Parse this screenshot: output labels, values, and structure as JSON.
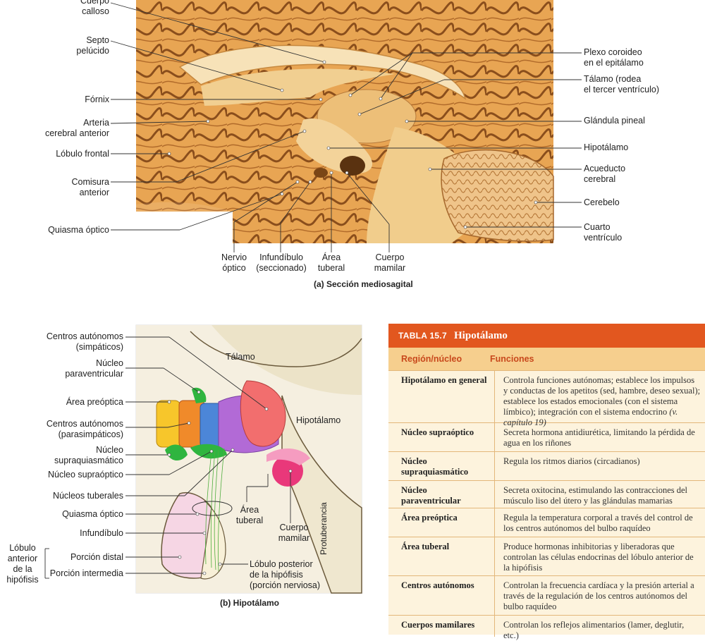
{
  "panel_a": {
    "caption": "(a) Sección mediosagital",
    "labels_left": {
      "cuerpo_calloso": [
        "Cuerpo",
        "calloso"
      ],
      "septo": [
        "Septo",
        "pelúcido"
      ],
      "fornix": "Fórnix",
      "arteria": [
        "Arteria",
        "cerebral anterior"
      ],
      "lobulo_frontal": "Lóbulo frontal",
      "comisura": [
        "Comisura",
        "anterior"
      ],
      "quiasma": "Quiasma óptico"
    },
    "labels_right": {
      "plexo": [
        "Plexo coroideo",
        "en el epitálamo"
      ],
      "talamo": [
        "Tálamo (rodea",
        "el tercer ventrículo)"
      ],
      "pineal": "Glándula pineal",
      "hipotalamo": "Hipotálamo",
      "acueducto": [
        "Acueducto",
        "cerebral"
      ],
      "cerebelo": "Cerebelo",
      "cuarto": [
        "Cuarto",
        "ventrículo"
      ]
    },
    "labels_bottom": {
      "nervio": [
        "Nervio",
        "óptico"
      ],
      "infundibulo": [
        "Infundíbulo",
        "(seccionado)"
      ],
      "area": [
        "Área",
        "tuberal"
      ],
      "mamilar": [
        "Cuerpo",
        "mamilar"
      ]
    }
  },
  "panel_b": {
    "caption": "(b) Hipotálamo",
    "labels_left": {
      "simp": [
        "Centros autónomos",
        "(simpáticos)"
      ],
      "paraventricular": [
        "Núcleo",
        "paraventricular"
      ],
      "preoptica": "Área preóptica",
      "parasimp": [
        "Centros autónomos",
        "(parasimpáticos)"
      ],
      "supraquias": [
        "Núcleo",
        "supraquiasmático"
      ],
      "supraoptico": "Núcleo supraóptico",
      "tuberales": "Núcleos tuberales",
      "quiasma": "Quiasma óptico",
      "infundibulo": "Infundíbulo",
      "distal": "Porción distal",
      "intermedia": "Porción intermedia",
      "anterior": [
        "Lóbulo",
        "anterior",
        "de la",
        "hipófisis"
      ]
    },
    "labels_inner": {
      "talamo": "Tálamo",
      "hipotalamo": "Hipotálamo",
      "area": [
        "Área",
        "tuberal"
      ],
      "mamilar": [
        "Cuerpo",
        "mamilar"
      ],
      "posterior": [
        "Lóbulo posterior",
        "de la hipófisis",
        "(porción nerviosa)"
      ],
      "protuberancia": "Protuberancia"
    }
  },
  "table": {
    "number": "TABLA 15.7",
    "title": "Hipotálamo",
    "col1": "Región/núcleo",
    "col2": "Funciones",
    "rows": [
      {
        "region": "Hipotálamo en general",
        "fn": "Controla funciones autónomas; establece los impulsos y conductas de los apetitos (sed, hambre, deseo sexual); establece los estados emocionales (con el sistema límbico); integración con el sistema endocrino",
        "fn_ref": "(v. capítulo 19)"
      },
      {
        "region": "Núcleo supraóptico",
        "fn": "Secreta hormona antidiurética, limitando la pérdida de agua en los riñones"
      },
      {
        "region": "Núcleo supraquiasmático",
        "fn": "Regula los ritmos diarios (circadianos)"
      },
      {
        "region": "Núcleo paraventricular",
        "fn": "Secreta oxitocina, estimulando las contracciones del músculo liso del útero y las glándulas mamarias"
      },
      {
        "region": "Área preóptica",
        "fn": "Regula la temperatura corporal a través del control de los centros autónomos del bulbo raquídeo"
      },
      {
        "region": "Área tuberal",
        "fn": "Produce hormonas inhibitorias y liberadoras que controlan las células endocrinas del lóbulo anterior de la hipófisis"
      },
      {
        "region": "Centros autónomos",
        "fn": "Controlan la frecuencia cardíaca y la presión arterial a través de la regulación de los centros autónomos del bulbo raquídeo"
      },
      {
        "region": "Cuerpos mamilares",
        "fn": "Controlan los reflejos alimentarios (lamer, deglutir, etc.)"
      }
    ]
  },
  "colors": {
    "table_header": "#e2571f",
    "table_colhead": "#f6cf8e",
    "table_body": "#fdf3dd",
    "brain_tissue": "#e6a24f",
    "sulci": "#8a4e1c"
  }
}
